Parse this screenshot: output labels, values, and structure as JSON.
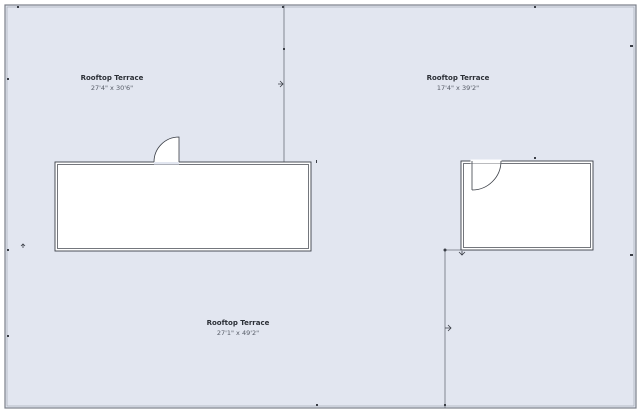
{
  "floorplan": {
    "background_color": "#e2e6f0",
    "wall_color": "#3a3e46",
    "rooms": [
      {
        "name": "Rooftop Terrace",
        "dimensions": "27'4\" x 30'6\""
      },
      {
        "name": "Rooftop Terrace",
        "dimensions": "17'4\" x 39'2\""
      },
      {
        "name": "Rooftop Terrace",
        "dimensions": "27'1\" x 49'2\""
      }
    ],
    "icons": [
      "door-swing-icon",
      "arrow-right-icon",
      "arrow-down-icon",
      "arrow-up-icon"
    ]
  }
}
